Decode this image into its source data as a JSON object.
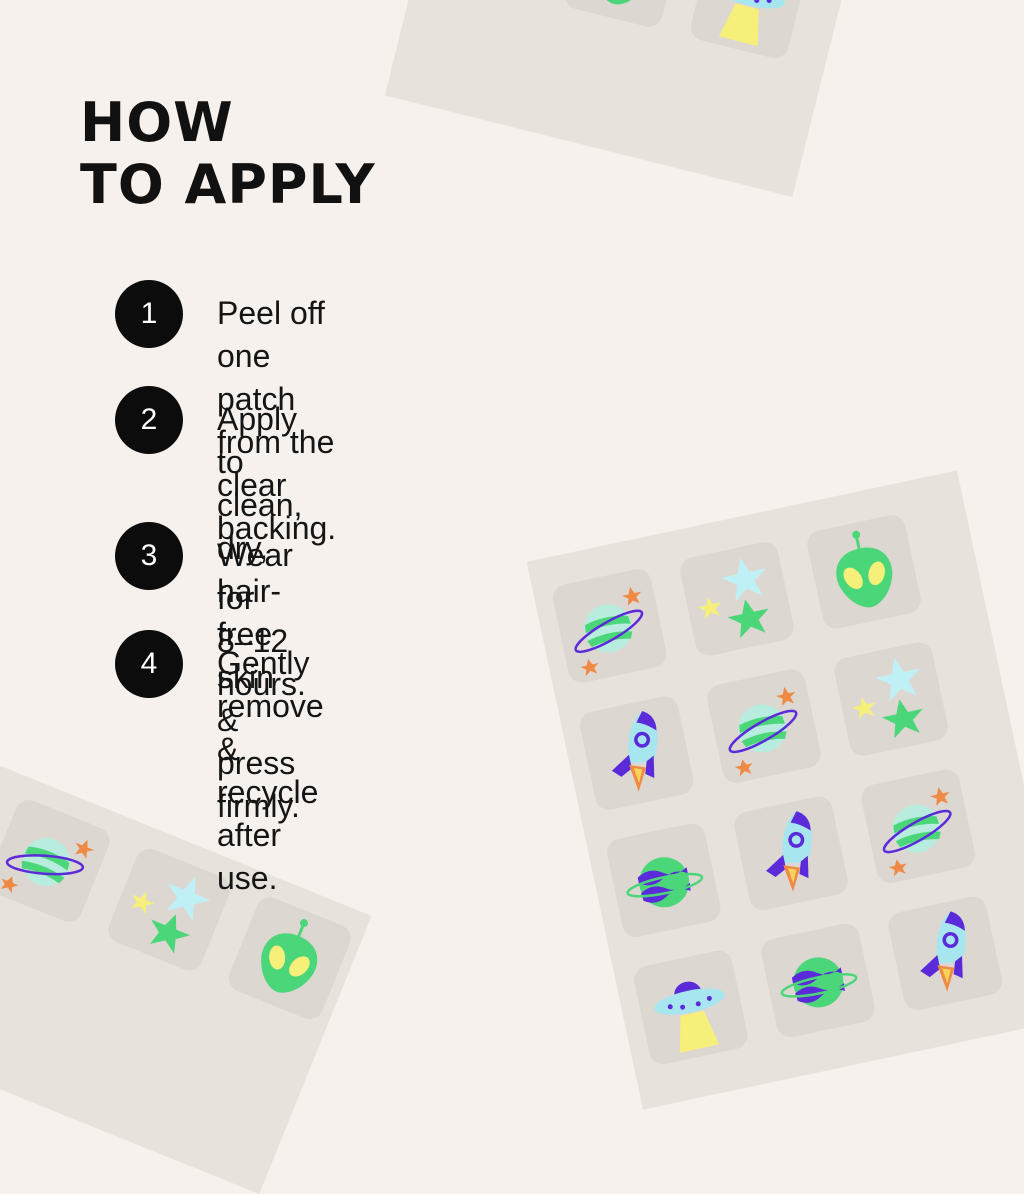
{
  "title": {
    "line1": "HOW",
    "line2": "TO APPLY"
  },
  "steps": [
    {
      "number": "1",
      "text": "Peel off one patch from the clear backing."
    },
    {
      "number": "2",
      "text": "Apply to clean, dry, hair-free skin\n& press firmly."
    },
    {
      "number": "3",
      "text": "Wear for\n8–12 hours."
    },
    {
      "number": "4",
      "text": "Gently remove\n& recycle\nafter use."
    }
  ],
  "decor": {
    "icons": [
      "planet-icon",
      "stars-icon",
      "alien-icon",
      "rocket-icon",
      "ufo-icon",
      "striped-planet-icon"
    ],
    "colors": {
      "background": "#f6f1ec",
      "sheet": "#e8e2dd",
      "tile": "#ddd7d2",
      "green": "#4cd67a",
      "mint": "#b7ecdf",
      "purple": "#5b2bd9",
      "blue_light": "#a8e6ef",
      "yellow": "#f6f07a",
      "orange": "#ef8a45"
    }
  }
}
